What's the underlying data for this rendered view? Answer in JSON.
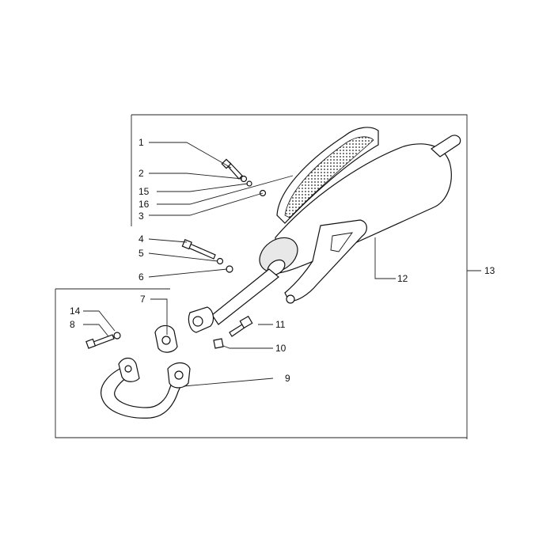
{
  "diagram": {
    "callouts": [
      {
        "id": "1",
        "label": "1"
      },
      {
        "id": "2",
        "label": "2"
      },
      {
        "id": "15",
        "label": "15"
      },
      {
        "id": "16",
        "label": "16"
      },
      {
        "id": "3",
        "label": "3"
      },
      {
        "id": "4",
        "label": "4"
      },
      {
        "id": "5",
        "label": "5"
      },
      {
        "id": "6",
        "label": "6"
      },
      {
        "id": "7",
        "label": "7"
      },
      {
        "id": "14",
        "label": "14"
      },
      {
        "id": "8",
        "label": "8"
      },
      {
        "id": "11",
        "label": "11"
      },
      {
        "id": "10",
        "label": "10"
      },
      {
        "id": "9",
        "label": "9"
      },
      {
        "id": "12",
        "label": "12"
      },
      {
        "id": "13",
        "label": "13"
      }
    ]
  }
}
